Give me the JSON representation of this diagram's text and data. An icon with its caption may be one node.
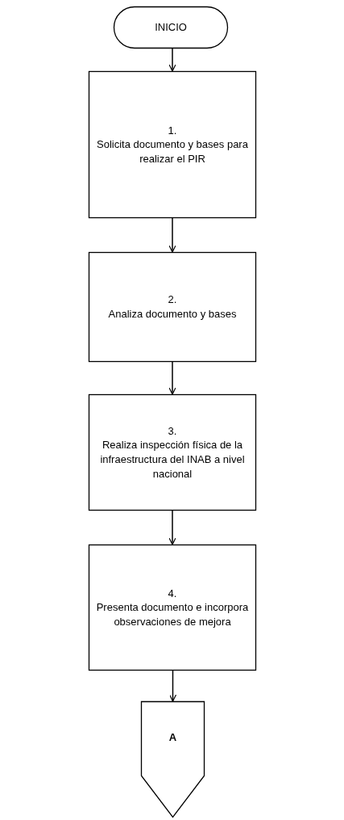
{
  "diagram": {
    "nodes": [
      {
        "text": [
          "INICIO"
        ]
      },
      {
        "text": [
          "1.",
          "Solicita documento y bases para realizar el PIR"
        ]
      },
      {
        "text": [
          "2.",
          "Analiza documento y bases"
        ]
      },
      {
        "text": [
          "3.",
          "Realiza inspección física de la infraestructura del INAB a nivel nacional"
        ]
      },
      {
        "text": [
          "4.",
          "Presenta documento e incorpora observaciones de mejora"
        ]
      },
      {
        "text": [
          "A"
        ]
      }
    ],
    "edges": [
      {
        "from": 0,
        "to": 1,
        "arrow": "to"
      },
      {
        "from": 1,
        "to": 2,
        "arrow": "to"
      },
      {
        "from": 2,
        "to": 3,
        "arrow": "to"
      },
      {
        "from": 3,
        "to": 4,
        "arrow": "to"
      },
      {
        "from": 4,
        "to": 5,
        "arrow": "to"
      }
    ]
  }
}
